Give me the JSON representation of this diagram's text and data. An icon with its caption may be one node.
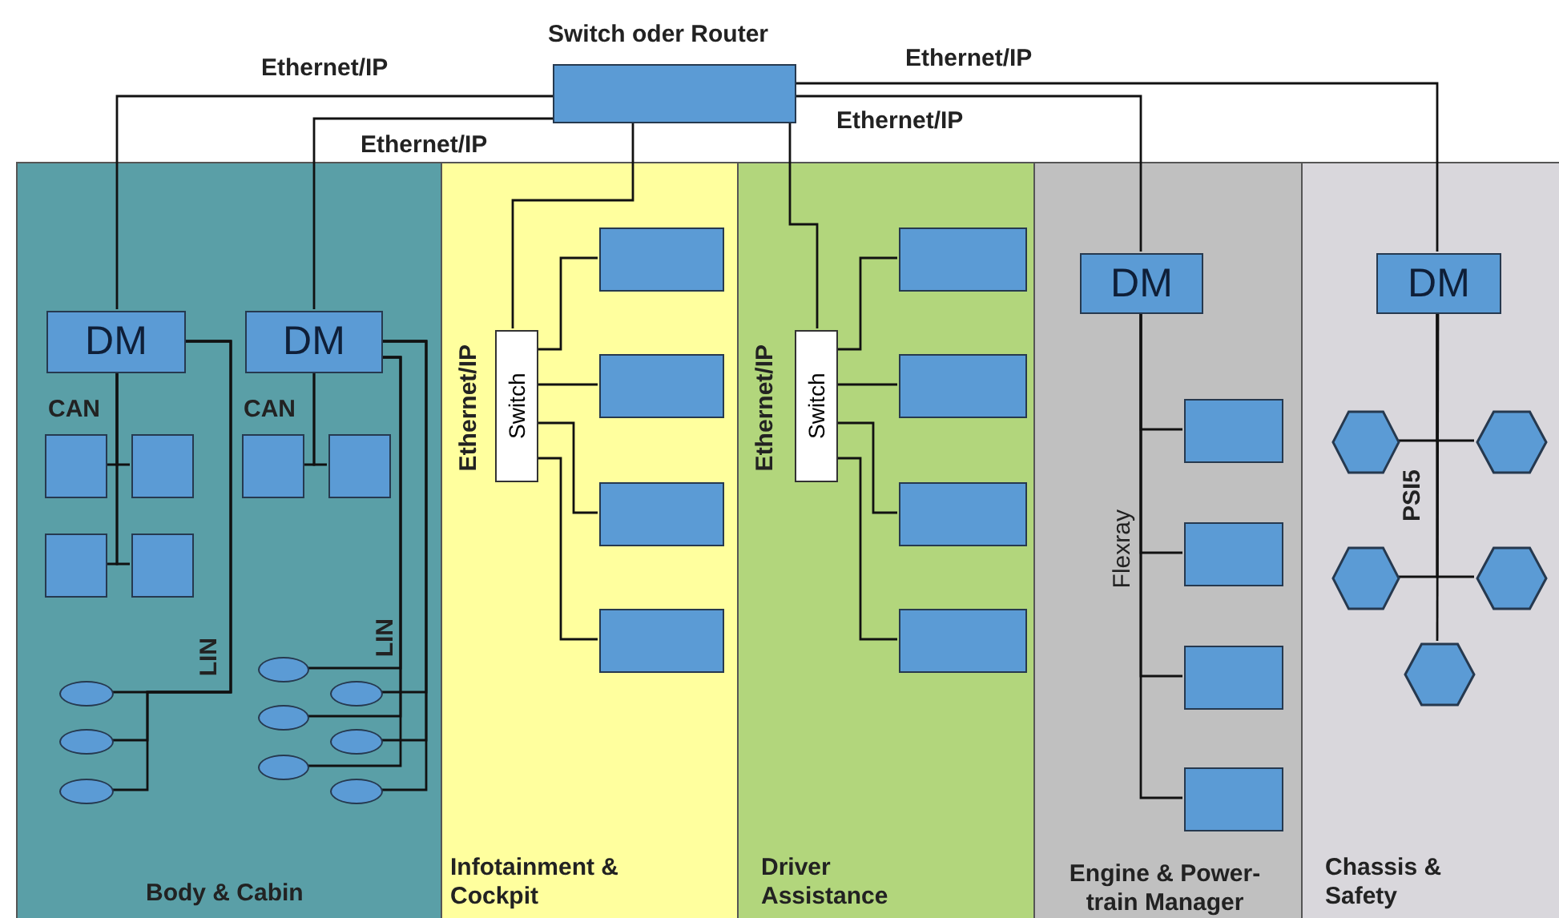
{
  "diagram": {
    "nodes": [
      {
        "text": [
          "Switch oder Router"
        ]
      },
      {
        "text": [
          "Body & Cabin"
        ]
      },
      {
        "text": [
          "DM"
        ],
        "in": 1
      },
      {
        "text": [
          "DM"
        ],
        "in": 1
      },
      {
        "text": [],
        "shape": "box",
        "in": 1
      },
      {
        "text": [],
        "shape": "box",
        "in": 1
      },
      {
        "text": [],
        "shape": "box",
        "in": 1
      },
      {
        "text": [],
        "shape": "box",
        "in": 1
      },
      {
        "text": [],
        "shape": "box",
        "in": 1
      },
      {
        "text": [],
        "shape": "box",
        "in": 1
      },
      {
        "text": [],
        "shape": "ellipse",
        "in": 1
      },
      {
        "text": [],
        "shape": "ellipse",
        "in": 1
      },
      {
        "text": [],
        "shape": "ellipse",
        "in": 1
      },
      {
        "text": [],
        "shape": "ellipse",
        "in": 1
      },
      {
        "text": [],
        "shape": "ellipse",
        "in": 1
      },
      {
        "text": [],
        "shape": "ellipse",
        "in": 1
      },
      {
        "text": [],
        "shape": "ellipse",
        "in": 1
      },
      {
        "text": [],
        "shape": "ellipse",
        "in": 1
      },
      {
        "text": [],
        "shape": "ellipse",
        "in": 1
      },
      {
        "text": [
          "Infotainment & Cockpit"
        ]
      },
      {
        "text": [
          "Switch"
        ],
        "in": 19
      },
      {
        "text": [],
        "shape": "box",
        "in": 19
      },
      {
        "text": [],
        "shape": "box",
        "in": 19
      },
      {
        "text": [],
        "shape": "box",
        "in": 19
      },
      {
        "text": [],
        "shape": "box",
        "in": 19
      },
      {
        "text": [
          "Driver Assistance"
        ]
      },
      {
        "text": [
          "Switch"
        ],
        "in": 25
      },
      {
        "text": [],
        "shape": "box",
        "in": 25
      },
      {
        "text": [],
        "shape": "box",
        "in": 25
      },
      {
        "text": [],
        "shape": "box",
        "in": 25
      },
      {
        "text": [],
        "shape": "box",
        "in": 25
      },
      {
        "text": [
          "Engine & Power-train Manager"
        ]
      },
      {
        "text": [
          "DM"
        ],
        "in": 31
      },
      {
        "text": [],
        "shape": "box",
        "in": 31
      },
      {
        "text": [],
        "shape": "box",
        "in": 31
      },
      {
        "text": [],
        "shape": "box",
        "in": 31
      },
      {
        "text": [],
        "shape": "box",
        "in": 31
      },
      {
        "text": [
          "Chassis & Safety"
        ]
      },
      {
        "text": [
          "DM"
        ],
        "in": 37
      },
      {
        "text": [],
        "shape": "hexagon",
        "in": 37
      },
      {
        "text": [],
        "shape": "hexagon",
        "in": 37
      },
      {
        "text": [],
        "shape": "hexagon",
        "in": 37
      },
      {
        "text": [],
        "shape": "hexagon",
        "in": 37
      },
      {
        "text": [],
        "shape": "hexagon",
        "in": 37
      }
    ],
    "edges": [
      {
        "from": 0,
        "to": 2,
        "arrow": "none",
        "label": "Ethernet/IP"
      },
      {
        "from": 0,
        "to": 3,
        "arrow": "none",
        "label": "Ethernet/IP"
      },
      {
        "from": 0,
        "to": 20,
        "arrow": "none"
      },
      {
        "from": 0,
        "to": 26,
        "arrow": "none"
      },
      {
        "from": 0,
        "to": 32,
        "arrow": "none",
        "label": "Ethernet/IP"
      },
      {
        "from": 0,
        "to": 38,
        "arrow": "none",
        "label": "Ethernet/IP"
      },
      {
        "from": 2,
        "to": 4,
        "arrow": "none"
      },
      {
        "from": 2,
        "to": 5,
        "arrow": "none"
      },
      {
        "from": 2,
        "to": 6,
        "arrow": "none"
      },
      {
        "from": 2,
        "to": 7,
        "arrow": "none"
      },
      {
        "from": 3,
        "to": 8,
        "arrow": "none"
      },
      {
        "from": 3,
        "to": 9,
        "arrow": "none"
      },
      {
        "from": 2,
        "to": 10,
        "arrow": "none"
      },
      {
        "from": 2,
        "to": 11,
        "arrow": "none"
      },
      {
        "from": 2,
        "to": 12,
        "arrow": "none"
      },
      {
        "from": 3,
        "to": 13,
        "arrow": "none"
      },
      {
        "from": 3,
        "to": 14,
        "arrow": "none"
      },
      {
        "from": 3,
        "to": 15,
        "arrow": "none"
      },
      {
        "from": 3,
        "to": 16,
        "arrow": "none"
      },
      {
        "from": 3,
        "to": 17,
        "arrow": "none"
      },
      {
        "from": 3,
        "to": 18,
        "arrow": "none"
      },
      {
        "from": 20,
        "to": 21,
        "arrow": "none"
      },
      {
        "from": 20,
        "to": 22,
        "arrow": "none"
      },
      {
        "from": 20,
        "to": 23,
        "arrow": "none"
      },
      {
        "from": 20,
        "to": 24,
        "arrow": "none"
      },
      {
        "from": 26,
        "to": 27,
        "arrow": "none"
      },
      {
        "from": 26,
        "to": 28,
        "arrow": "none"
      },
      {
        "from": 26,
        "to": 29,
        "arrow": "none"
      },
      {
        "from": 26,
        "to": 30,
        "arrow": "none"
      },
      {
        "from": 32,
        "to": 33,
        "arrow": "none"
      },
      {
        "from": 32,
        "to": 34,
        "arrow": "none"
      },
      {
        "from": 32,
        "to": 35,
        "arrow": "none"
      },
      {
        "from": 32,
        "to": 36,
        "arrow": "none"
      },
      {
        "from": 38,
        "to": 39,
        "arrow": "none"
      },
      {
        "from": 38,
        "to": 40,
        "arrow": "none"
      },
      {
        "from": 38,
        "to": 41,
        "arrow": "none"
      },
      {
        "from": 38,
        "to": 42,
        "arrow": "none"
      },
      {
        "from": 38,
        "to": 43,
        "arrow": "none"
      }
    ],
    "labels": [
      "CAN",
      "CAN",
      "LIN",
      "LIN",
      "Ethernet/IP",
      "Ethernet/IP",
      "Flexray",
      "PSI5"
    ]
  }
}
